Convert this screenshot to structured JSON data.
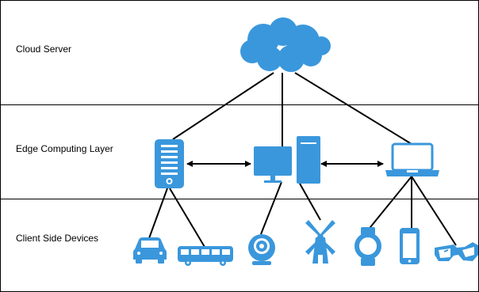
{
  "layers": [
    {
      "name": "cloud",
      "label": "Cloud Server"
    },
    {
      "name": "edge",
      "label": "Edge Computing Layer"
    },
    {
      "name": "client",
      "label": "Client Side Devices"
    }
  ],
  "colors": {
    "device_blue": "#3a97dc",
    "line": "#000000",
    "border": "#000000",
    "background": "#ffffff"
  },
  "nodes": {
    "cloud": [
      "cloud-icon"
    ],
    "edge": [
      "server-tower-icon",
      "desktop-computer-icon",
      "laptop-icon"
    ],
    "client": [
      "car-icon",
      "bus-icon",
      "webcam-icon",
      "windmill-icon",
      "smartwatch-icon",
      "smartphone-icon",
      "smart-glasses-icon"
    ]
  },
  "links": [
    {
      "from": "cloud-icon",
      "to": "server-tower-icon",
      "type": "line"
    },
    {
      "from": "cloud-icon",
      "to": "desktop-computer-icon",
      "type": "line"
    },
    {
      "from": "cloud-icon",
      "to": "laptop-icon",
      "type": "line"
    },
    {
      "from": "server-tower-icon",
      "to": "desktop-computer-icon",
      "type": "bidirectional-arrow"
    },
    {
      "from": "desktop-computer-icon",
      "to": "laptop-icon",
      "type": "bidirectional-arrow"
    },
    {
      "from": "server-tower-icon",
      "to": "car-icon",
      "type": "line"
    },
    {
      "from": "server-tower-icon",
      "to": "bus-icon",
      "type": "line"
    },
    {
      "from": "desktop-computer-icon",
      "to": "webcam-icon",
      "type": "line"
    },
    {
      "from": "desktop-computer-icon",
      "to": "windmill-icon",
      "type": "line"
    },
    {
      "from": "laptop-icon",
      "to": "smartwatch-icon",
      "type": "line"
    },
    {
      "from": "laptop-icon",
      "to": "smartphone-icon",
      "type": "line"
    },
    {
      "from": "laptop-icon",
      "to": "smart-glasses-icon",
      "type": "line"
    }
  ]
}
